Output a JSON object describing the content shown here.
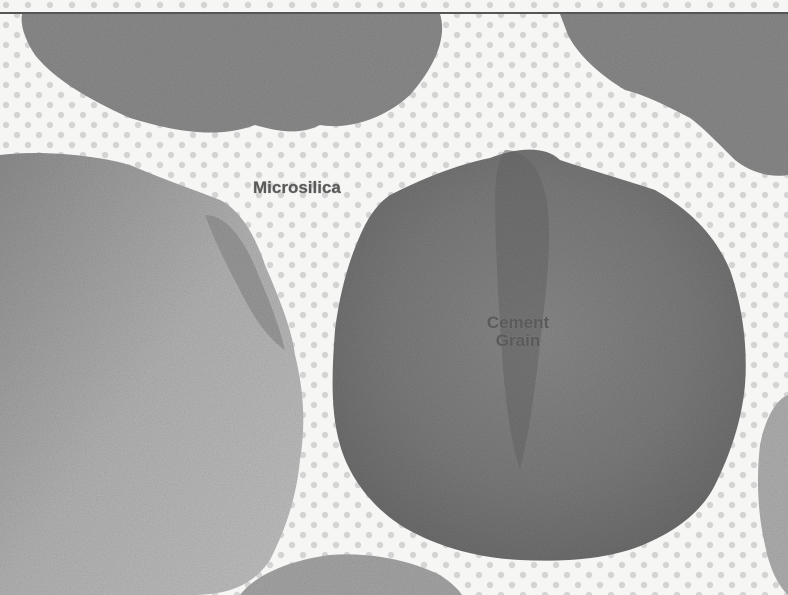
{
  "labels": {
    "microsilica": "Microsilica",
    "cement_line1": "Cement",
    "cement_line2": "Grain"
  },
  "colors": {
    "background": "#f6f6f4",
    "grain_dark": "#7a7a7a",
    "grain_medium": "#9c9c9c",
    "grain_light": "#b8b8b8",
    "particle": "#d2d2d2"
  }
}
